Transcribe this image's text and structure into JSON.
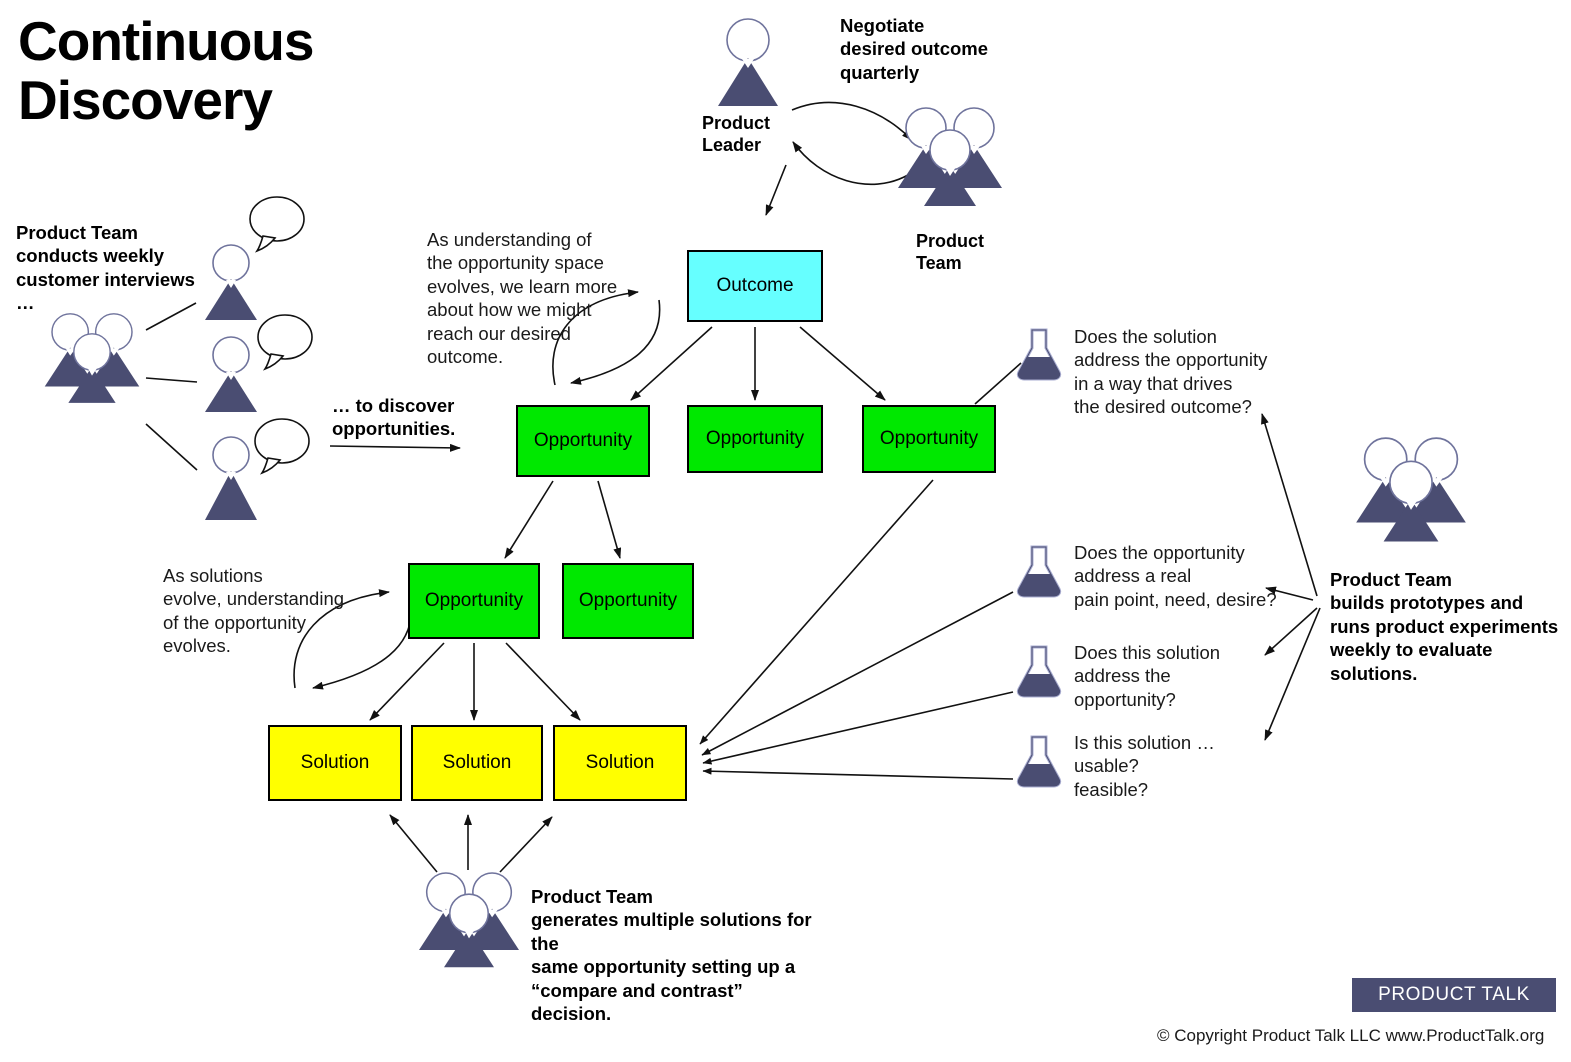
{
  "title": "Continuous\nDiscovery",
  "nodes": {
    "outcome": {
      "label": "Outcome"
    },
    "opportunities": [
      {
        "label": "Opportunity"
      },
      {
        "label": "Opportunity"
      },
      {
        "label": "Opportunity"
      },
      {
        "label": "Opportunity"
      },
      {
        "label": "Opportunity"
      }
    ],
    "solutions": [
      {
        "label": "Solution"
      },
      {
        "label": "Solution"
      },
      {
        "label": "Solution"
      }
    ]
  },
  "annotations": {
    "interviews": "Product Team\nconducts weekly\ncustomer interviews\n…",
    "discover": "… to discover\nopportunities.",
    "opportunity_space": "As understanding of\nthe opportunity space\nevolves, we learn more\nabout how we might\nreach our desired\noutcome.",
    "solutions_evolve": "As solutions\nevolve, understanding\nof the opportunity\nevolves.",
    "negotiate": "Negotiate\ndesired outcome\nquarterly",
    "generate_solutions": "Product Team\ngenerates multiple solutions for the\nsame opportunity setting up a\n“compare and contrast” decision.",
    "prototypes": "Product Team\nbuilds prototypes and\nruns product experiments\nweekly to evaluate solutions."
  },
  "figure_labels": {
    "product_leader": "Product\nLeader",
    "product_team_top": "Product\nTeam"
  },
  "questions": [
    {
      "text": "Does the solution\naddress the opportunity\nin a way that drives\nthe desired outcome?"
    },
    {
      "text": "Does the opportunity\naddress a real\npain point, need, desire?"
    },
    {
      "text": "Does this solution\naddress the\nopportunity?"
    },
    {
      "text": "Is this solution …\nusable?\nfeasible?"
    }
  ],
  "footer": {
    "badge": "PRODUCT TALK",
    "copyright": "© Copyright Product Talk LLC www.ProductTalk.org"
  },
  "colors": {
    "outcome": "#66FFFF",
    "opportunity": "#00E800",
    "solution": "#FFFF00",
    "figure": "#4a4d72",
    "brand": "#4a4d72",
    "stroke": "#000000"
  }
}
